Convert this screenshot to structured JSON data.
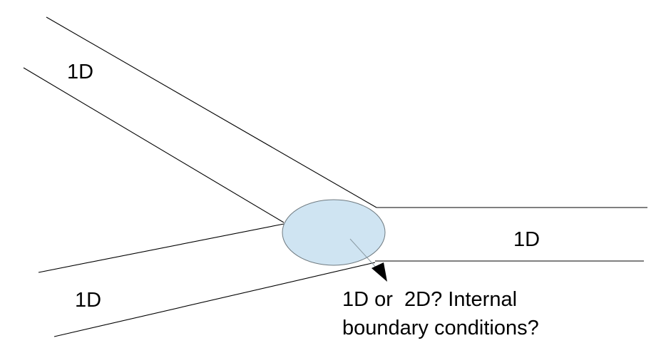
{
  "labels": {
    "upper_left_branch": "1D",
    "lower_left_branch": "1D",
    "right_branch": "1D"
  },
  "annotation": {
    "line1": "1D or  2D? Internal",
    "line2": "boundary conditions?"
  },
  "colors": {
    "junction_fill": "#cfe4f2",
    "junction_stroke": "#6f7a80",
    "lines": "#000000"
  }
}
